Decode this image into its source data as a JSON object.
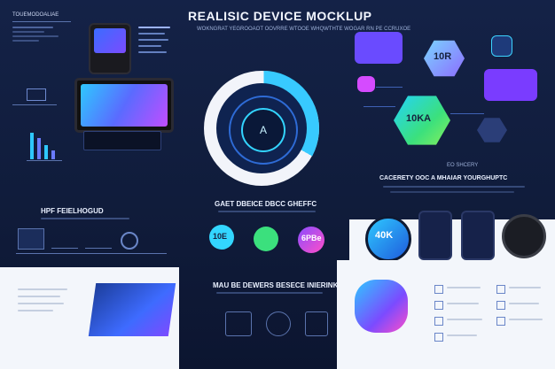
{
  "title": "REALISIC DEVICE MOCKLUP",
  "subtitle": "WOKNGRAT YEGROOAOT OOVRRE WTOOE WHQWTHTE WOGAR RN PE CCRUXOE",
  "top_left_header": "TOUEMODOALIAE",
  "hex_badge_1": "10R",
  "hex_badge_2": "10KA",
  "small_section": "EO SHCERY",
  "right_header": "CACERETY OOC A MHAIAR YOURGHUPTC",
  "left_header": "HPF FEIELHOGUD",
  "center_header": "GAET DBEICE DBCC GHEFFC",
  "circle_badges": [
    "10E",
    "6PBe"
  ],
  "device_badge": "40K",
  "bottom_center_header": "MAU BE DEWERS BESECE INIERINK",
  "colors": {
    "bg": "#101c3b",
    "accent_cyan": "#2ec8ff",
    "accent_purple": "#8a4dff",
    "accent_pink": "#ff4ec8",
    "panel": "#f3f6fb"
  },
  "icons": [
    "chip-icon",
    "play-icon",
    "leaf-icon",
    "globe-map-icon",
    "hand-icon",
    "headset-icon"
  ]
}
